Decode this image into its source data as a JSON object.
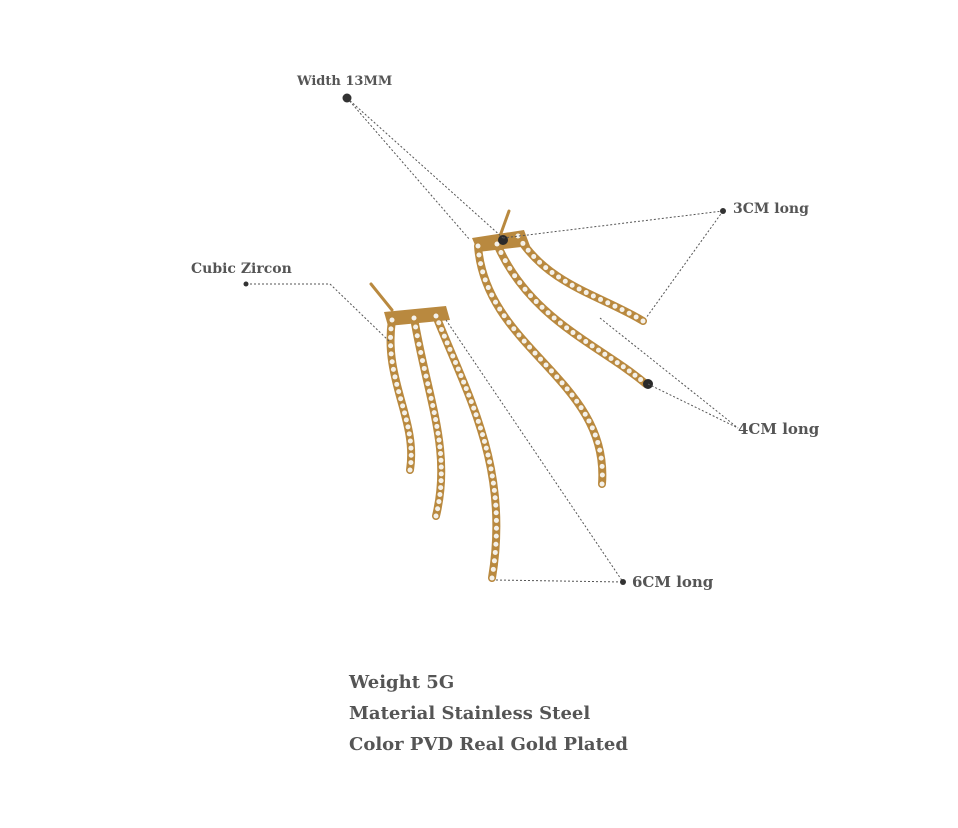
{
  "callouts": {
    "width": "Width 13MM",
    "length_3cm": "3CM long",
    "stone": "Cubic Zircon",
    "length_4cm": "4CM long",
    "length_6cm": "6CM long"
  },
  "specs": {
    "weight": "Weight 5G",
    "material": "Material Stainless Steel",
    "color": "Color PVD Real Gold Plated"
  },
  "colors": {
    "gold": "#b9893f",
    "zircon": "#f4f1ea",
    "text": "#555555",
    "leader_line": "#555555"
  }
}
